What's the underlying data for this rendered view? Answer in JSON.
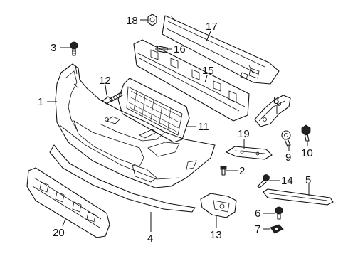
{
  "diagram": {
    "callouts": [
      "1",
      "2",
      "3",
      "4",
      "5",
      "6",
      "7",
      "8",
      "9",
      "10",
      "11",
      "12",
      "13",
      "14",
      "15",
      "16",
      "17",
      "18",
      "19",
      "20"
    ]
  },
  "style": {
    "line_color": "#111111",
    "background": "#ffffff"
  }
}
